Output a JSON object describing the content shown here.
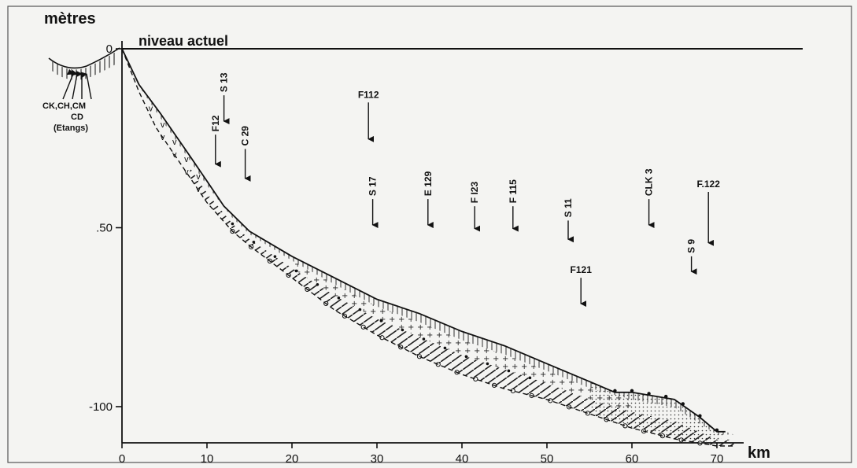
{
  "figure": {
    "y_title": "mètres",
    "x_title": "km",
    "sea_level_label": "niveau actuel",
    "etangs_labels": [
      "CK,CH,CM",
      "CD",
      "(Etangs)"
    ]
  },
  "chart_data": {
    "type": "diagram",
    "xlim": [
      0,
      72
    ],
    "ylim": [
      -115,
      0
    ],
    "x_ticks": [
      {
        "value": 0,
        "label": "0"
      },
      {
        "value": 10,
        "label": "10"
      },
      {
        "value": 20,
        "label": "20"
      },
      {
        "value": 30,
        "label": "30"
      },
      {
        "value": 40,
        "label": "40"
      },
      {
        "value": 50,
        "label": "50"
      },
      {
        "value": 60,
        "label": "60"
      },
      {
        "value": 70,
        "label": "70"
      }
    ],
    "y_ticks": [
      {
        "value": 0,
        "label": "0"
      },
      {
        "value": -50,
        "label": ".50"
      },
      {
        "value": -100,
        "label": "-100"
      }
    ],
    "seafloor_profile": [
      [
        0,
        0
      ],
      [
        2,
        -10
      ],
      [
        4.5,
        -18
      ],
      [
        8,
        -30
      ],
      [
        10,
        -37
      ],
      [
        12,
        -44
      ],
      [
        15,
        -51
      ],
      [
        20,
        -58
      ],
      [
        25,
        -64
      ],
      [
        30,
        -70
      ],
      [
        35,
        -74
      ],
      [
        40,
        -79
      ],
      [
        45,
        -83
      ],
      [
        50,
        -88
      ],
      [
        55,
        -93
      ],
      [
        58,
        -96
      ],
      [
        60,
        -96
      ],
      [
        65,
        -98
      ],
      [
        68,
        -103
      ],
      [
        70,
        -107
      ],
      [
        71,
        -107
      ]
    ],
    "base_profile": [
      [
        0,
        0
      ],
      [
        2,
        -12
      ],
      [
        4,
        -22
      ],
      [
        8,
        -36
      ],
      [
        10,
        -43
      ],
      [
        13,
        -51
      ],
      [
        15,
        -55
      ],
      [
        20,
        -64
      ],
      [
        25,
        -73
      ],
      [
        30,
        -80
      ],
      [
        35,
        -86
      ],
      [
        40,
        -91
      ],
      [
        45,
        -95
      ],
      [
        50,
        -98
      ],
      [
        55,
        -102
      ],
      [
        60,
        -106
      ],
      [
        65,
        -109
      ],
      [
        70,
        -111
      ],
      [
        72,
        -111
      ]
    ],
    "samples": [
      {
        "label": "S 13",
        "x": 12,
        "y_top": -13,
        "y_bottom": -22
      },
      {
        "label": "F12",
        "x": 11,
        "y_top": -24,
        "y_bottom": -34
      },
      {
        "label": "C 29",
        "x": 14.5,
        "y_top": -28,
        "y_bottom": -38
      },
      {
        "label": "F112",
        "x": 29,
        "y_top": -15,
        "y_bottom": -27
      },
      {
        "label": "S 17",
        "x": 29.5,
        "y_top": -42,
        "y_bottom": -51
      },
      {
        "label": "E 129",
        "x": 36,
        "y_top": -42,
        "y_bottom": -51
      },
      {
        "label": "F I23",
        "x": 41.5,
        "y_top": -44,
        "y_bottom": -52
      },
      {
        "label": "F 115",
        "x": 46,
        "y_top": -44,
        "y_bottom": -52
      },
      {
        "label": "S 11",
        "x": 52.5,
        "y_top": -48,
        "y_bottom": -55
      },
      {
        "label": "F121",
        "x": 54,
        "y_top": -64,
        "y_bottom": -73
      },
      {
        "label": "CLK 3",
        "x": 62,
        "y_top": -42,
        "y_bottom": -51
      },
      {
        "label": "S 9",
        "x": 67,
        "y_top": -58,
        "y_bottom": -64
      },
      {
        "label": "F.122",
        "x": 69,
        "y_top": -40,
        "y_bottom": -56
      }
    ]
  }
}
